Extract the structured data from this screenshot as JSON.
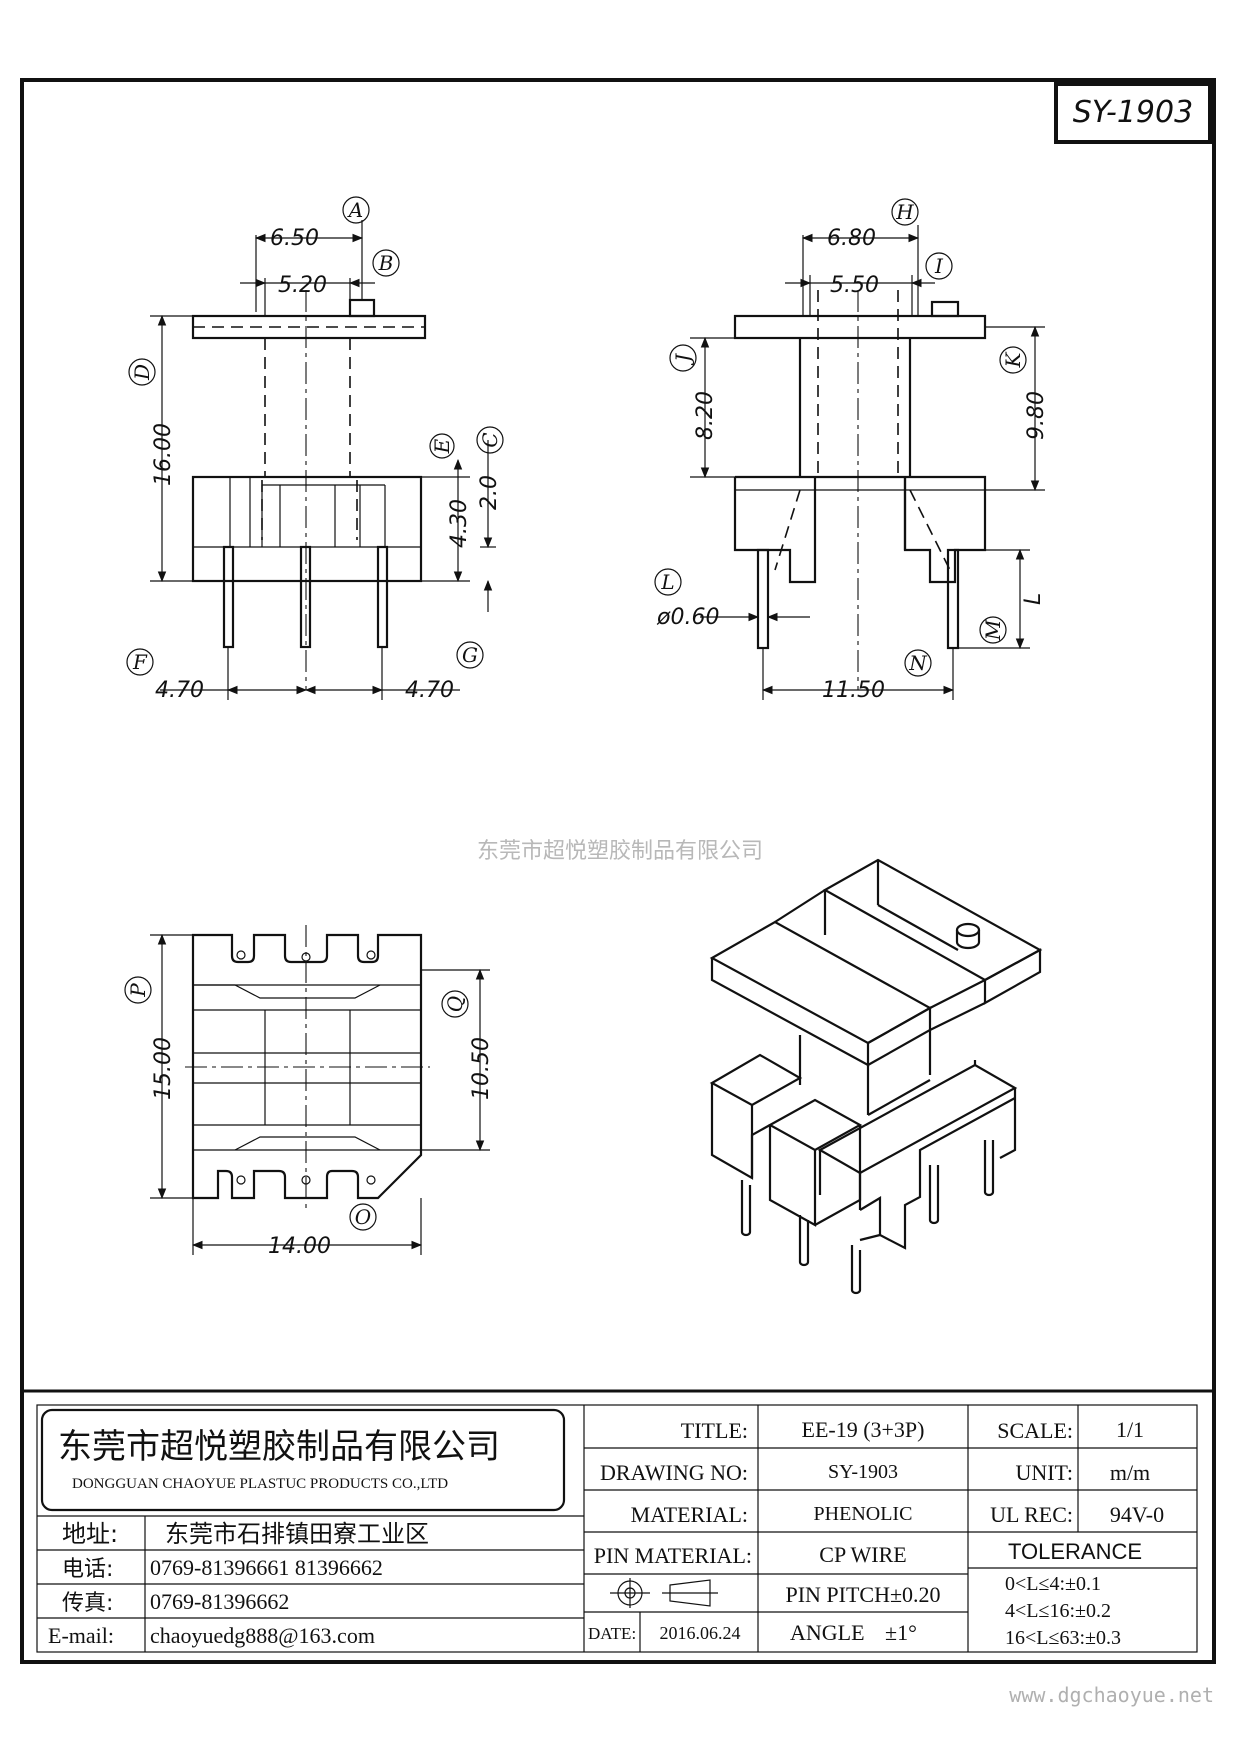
{
  "drawing_code": "SY-1903",
  "watermark_company": "东莞市超悦塑胶制品有限公司",
  "watermark_url": "www.dgchaoyue.net",
  "front_view": {
    "dim_a": "6.50",
    "dim_b": "5.20",
    "dim_height": "16.00",
    "dim_base": "4.30",
    "dim_c": "2.0",
    "dim_pin_left": "4.70",
    "dim_pin_right": "4.70",
    "labels": [
      "A",
      "B",
      "C",
      "D",
      "E",
      "F",
      "G"
    ]
  },
  "side_view": {
    "dim_h": "6.80",
    "dim_i": "5.50",
    "dim_j": "8.20",
    "dim_k": "9.80",
    "dim_pin_dia": "ø0.60",
    "dim_pin_span": "11.50",
    "dim_l": "L",
    "labels": [
      "H",
      "I",
      "J",
      "K",
      "L",
      "M",
      "N"
    ]
  },
  "top_view": {
    "dim_width": "15.00",
    "dim_inner": "10.50",
    "dim_length": "14.00",
    "labels": [
      "P",
      "Q",
      "O"
    ]
  },
  "title_block": {
    "company_cn": "东莞市超悦塑胶制品有限公司",
    "company_en": "DONGGUAN CHAOYUE PLASTUC PRODUCTS CO.,LTD",
    "address_label": "地址:",
    "address_value": "东莞市石排镇田寮工业区",
    "phone_label": "电话:",
    "phone_value": "0769-81396661  81396662",
    "fax_label": "传真:",
    "fax_value": "0769-81396662",
    "email_label": "E-mail:",
    "email_value": "chaoyuedg888@163.com",
    "title_label": "TITLE:",
    "title_value": "EE-19 (3+3P)",
    "drawing_no_label": "DRAWING NO:",
    "drawing_no_value": "SY-1903",
    "material_label": "MATERIAL:",
    "material_value": "PHENOLIC",
    "pin_material_label": "PIN MATERIAL:",
    "pin_material_value": "CP WIRE",
    "pin_pitch": "PIN PITCH±0.20",
    "date_label": "DATE:",
    "date_value": "2016.06.24",
    "angle_label": "ANGLE",
    "angle_value": "±1°",
    "scale_label": "SCALE:",
    "scale_value": "1/1",
    "unit_label": "UNIT:",
    "unit_value": "m/m",
    "ul_label": "UL REC:",
    "ul_value": "94V-0",
    "tolerance_label": "TOLERANCE",
    "tolerance_rows": [
      "0<L≤4:±0.1",
      "4<L≤16:±0.2",
      "16<L≤63:±0.3"
    ]
  }
}
